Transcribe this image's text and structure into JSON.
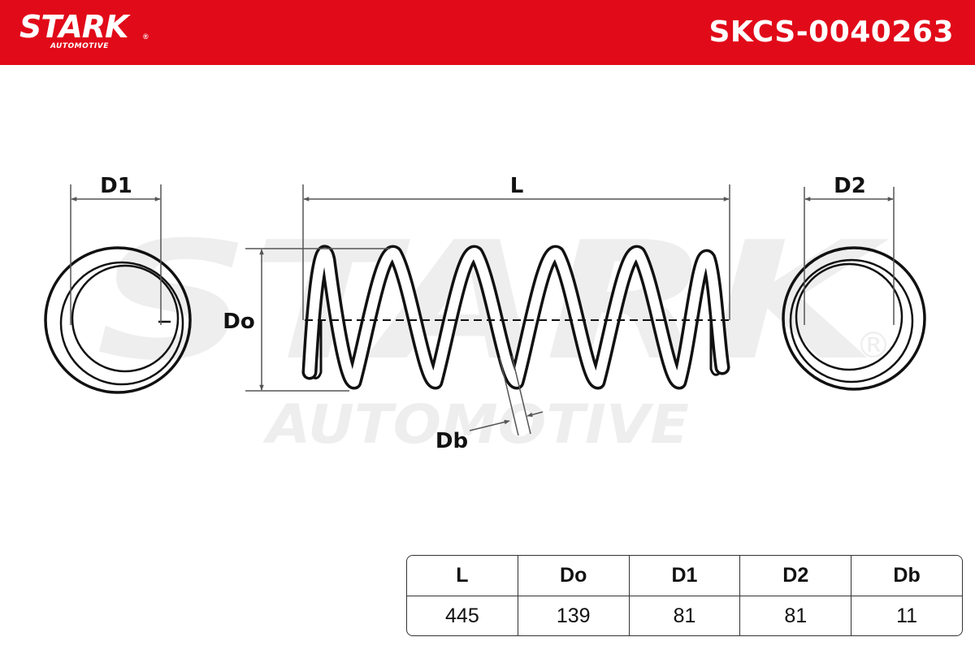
{
  "header": {
    "brand": "STARK",
    "brand_reg": "®",
    "brand_sub": "AUTOMOTIVE",
    "part_number": "SKCS-0040263",
    "color": "#e10a19"
  },
  "watermark": {
    "brand": "STARK",
    "brand_sub": "AUTOMOTIVE",
    "reg": "®"
  },
  "diagram": {
    "labels": {
      "d1": "D1",
      "length": "L",
      "d2": "D2",
      "outer_diameter": "Do",
      "wire_diameter": "Db"
    }
  },
  "spec_table": {
    "columns": [
      {
        "header": "L",
        "value": "445"
      },
      {
        "header": "Do",
        "value": "139"
      },
      {
        "header": "D1",
        "value": "81"
      },
      {
        "header": "D2",
        "value": "81"
      },
      {
        "header": "Db",
        "value": "11"
      }
    ]
  }
}
